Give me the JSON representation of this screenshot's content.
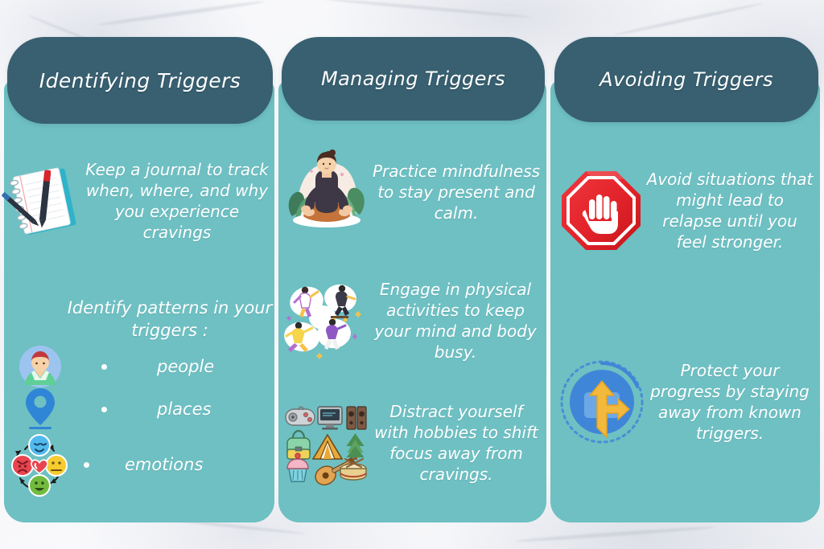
{
  "infographic": {
    "background_color": "#f4f5f8",
    "card_body_color": "#6ec0c3",
    "card_header_color": "#386071",
    "text_color": "#ffffff"
  },
  "columns": [
    {
      "id": "identifying-triggers",
      "header": "Identifying Triggers",
      "items": [
        {
          "icon": "notebook-pen-icon",
          "text": "Keep a journal to track when, where, and why you experience cravings"
        }
      ],
      "section_heading": "Identify patterns in your triggers :",
      "bullets": [
        {
          "icon": "person-avatar-icon",
          "label": "people"
        },
        {
          "icon": "location-pin-icon",
          "label": "places"
        },
        {
          "icon": "emotions-cycle-icon",
          "label": "emotions"
        }
      ]
    },
    {
      "id": "managing-triggers",
      "header": "Managing Triggers",
      "items": [
        {
          "icon": "meditation-yoga-icon",
          "text": "Practice mindfulness to stay present and calm."
        },
        {
          "icon": "physical-activities-icon",
          "text": "Engage in physical activities to keep your mind and body busy."
        },
        {
          "icon": "hobbies-collection-icon",
          "text": "Distract yourself with hobbies to shift focus away from cravings."
        }
      ],
      "section_heading": "",
      "bullets": []
    },
    {
      "id": "avoiding-triggers",
      "header": "Avoiding Triggers",
      "items": [
        {
          "icon": "stop-hand-sign-icon",
          "text": "Avoid situations that might lead to relapse until you feel stronger."
        },
        {
          "icon": "detour-arrow-icon",
          "text": "Protect your progress by staying away from known triggers."
        }
      ],
      "section_heading": "",
      "bullets": []
    }
  ]
}
